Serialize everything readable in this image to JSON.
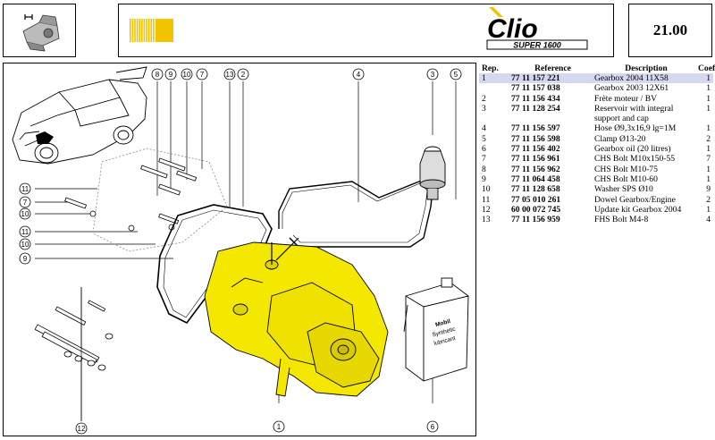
{
  "header": {
    "logo_text": "Clio",
    "logo_subtext": "SUPER 1600",
    "page_number": "21.00",
    "accent_color": "#f4c300"
  },
  "diagram": {
    "callouts": [
      "8",
      "9",
      "10",
      "7",
      "13",
      "2",
      "4",
      "3",
      "5",
      "11",
      "7",
      "10",
      "11",
      "10",
      "9",
      "12",
      "1",
      "6"
    ],
    "can_label": [
      "Mobil",
      "Synthetic",
      "lubricant"
    ],
    "highlight_color": "#f5e800"
  },
  "table": {
    "headers": {
      "rep": "Rep.",
      "reference": "Reference",
      "description": "Description",
      "coef": "Coef"
    },
    "rows": [
      {
        "rep": "1",
        "reference": "77 11 157 221",
        "description": "Gearbox 2004 11X58",
        "coef": "1",
        "selected": true
      },
      {
        "rep": "",
        "reference": "77 11 157 038",
        "description": "Gearbox 2003 12X61",
        "coef": "1"
      },
      {
        "rep": "2",
        "reference": "77 11 156 434",
        "description": "Frète moteur / BV",
        "coef": "1"
      },
      {
        "rep": "3",
        "reference": "77 11 128 254",
        "description": "Reservoir with integral support and cap",
        "coef": "1"
      },
      {
        "rep": "4",
        "reference": "77 11 156 597",
        "description": "Hose Ø9,3x16,9 lg=1M",
        "coef": "1"
      },
      {
        "rep": "5",
        "reference": "77 11 156 598",
        "description": "Clamp Ø13-20",
        "coef": "2"
      },
      {
        "rep": "6",
        "reference": "77 11 156 402",
        "description": "Gearbox oil (20 litres)",
        "coef": "1"
      },
      {
        "rep": "7",
        "reference": "77 11 156 961",
        "description": "CHS Bolt M10x150-55",
        "coef": "7"
      },
      {
        "rep": "8",
        "reference": "77 11 156 962",
        "description": "CHS Bolt M10-75",
        "coef": "1"
      },
      {
        "rep": "9",
        "reference": "77 11 064 458",
        "description": "CHS Bolt M10-60",
        "coef": "1"
      },
      {
        "rep": "10",
        "reference": "77 11 128 658",
        "description": "Washer SPS Ø10",
        "coef": "9"
      },
      {
        "rep": "11",
        "reference": "77 05 010 261",
        "description": "Dowel Gearbox/Engine",
        "coef": "2"
      },
      {
        "rep": "12",
        "reference": "60 00 072 745",
        "description": "Update kit Gearbox 2004",
        "coef": "1"
      },
      {
        "rep": "13",
        "reference": "77 11 156 959",
        "description": "FHS Bolt M4-8",
        "coef": "4"
      }
    ]
  }
}
